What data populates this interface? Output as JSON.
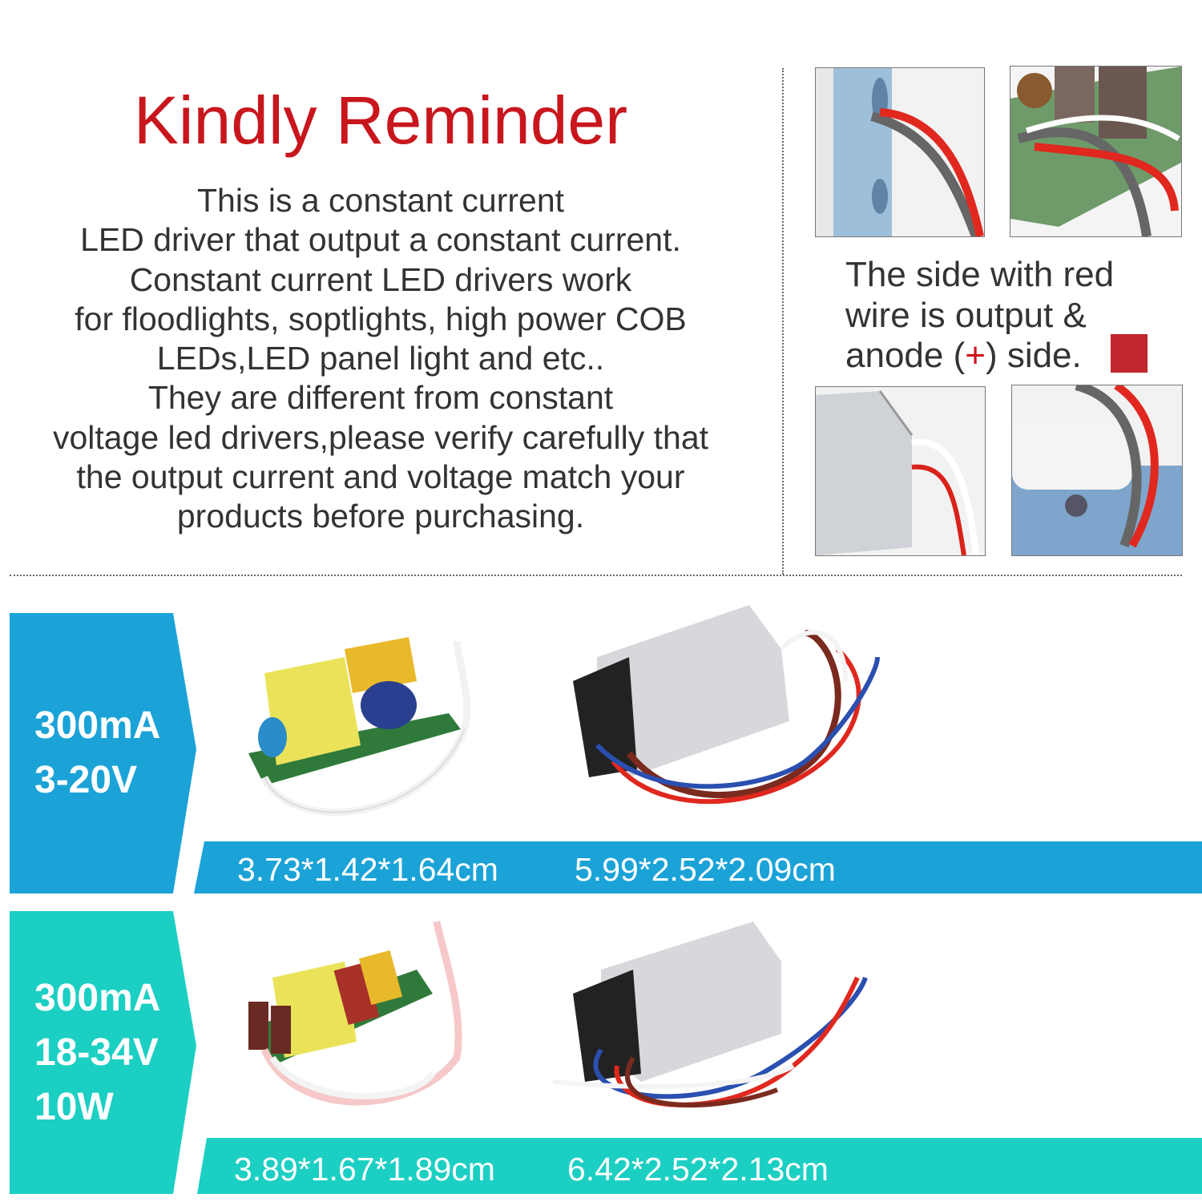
{
  "reminder": {
    "title": "Kindly Reminder",
    "lines": [
      "This is a constant current",
      "LED driver that output a constant current.",
      "Constant current LED drivers work",
      "for floodlights, soptlights, high power COB",
      "LEDs,LED panel light and etc..",
      "They are different from constant",
      "voltage led drivers,please verify carefully that",
      "the output current and voltage match your",
      "products before purchasing."
    ]
  },
  "polarity_note": {
    "line1": "The side with red",
    "line2": "wire is output &",
    "line3_prefix": "anode (",
    "line3_plus": "+",
    "line3_suffix": ") side.",
    "swatch_color": "#c0262b"
  },
  "variants": [
    {
      "spec_lines": [
        "300mA",
        "3-20V"
      ],
      "band_color": "#1ba3d8",
      "sizes": [
        "3.73*1.42*1.64cm",
        "5.99*2.52*2.09cm"
      ]
    },
    {
      "spec_lines": [
        "300mA",
        "18-34V",
        "10W"
      ],
      "band_color": "#1ccfc3",
      "sizes": [
        "3.89*1.67*1.89cm",
        "6.42*2.52*2.13cm"
      ]
    }
  ],
  "colors": {
    "title": "#c8161d",
    "text": "#333333"
  }
}
